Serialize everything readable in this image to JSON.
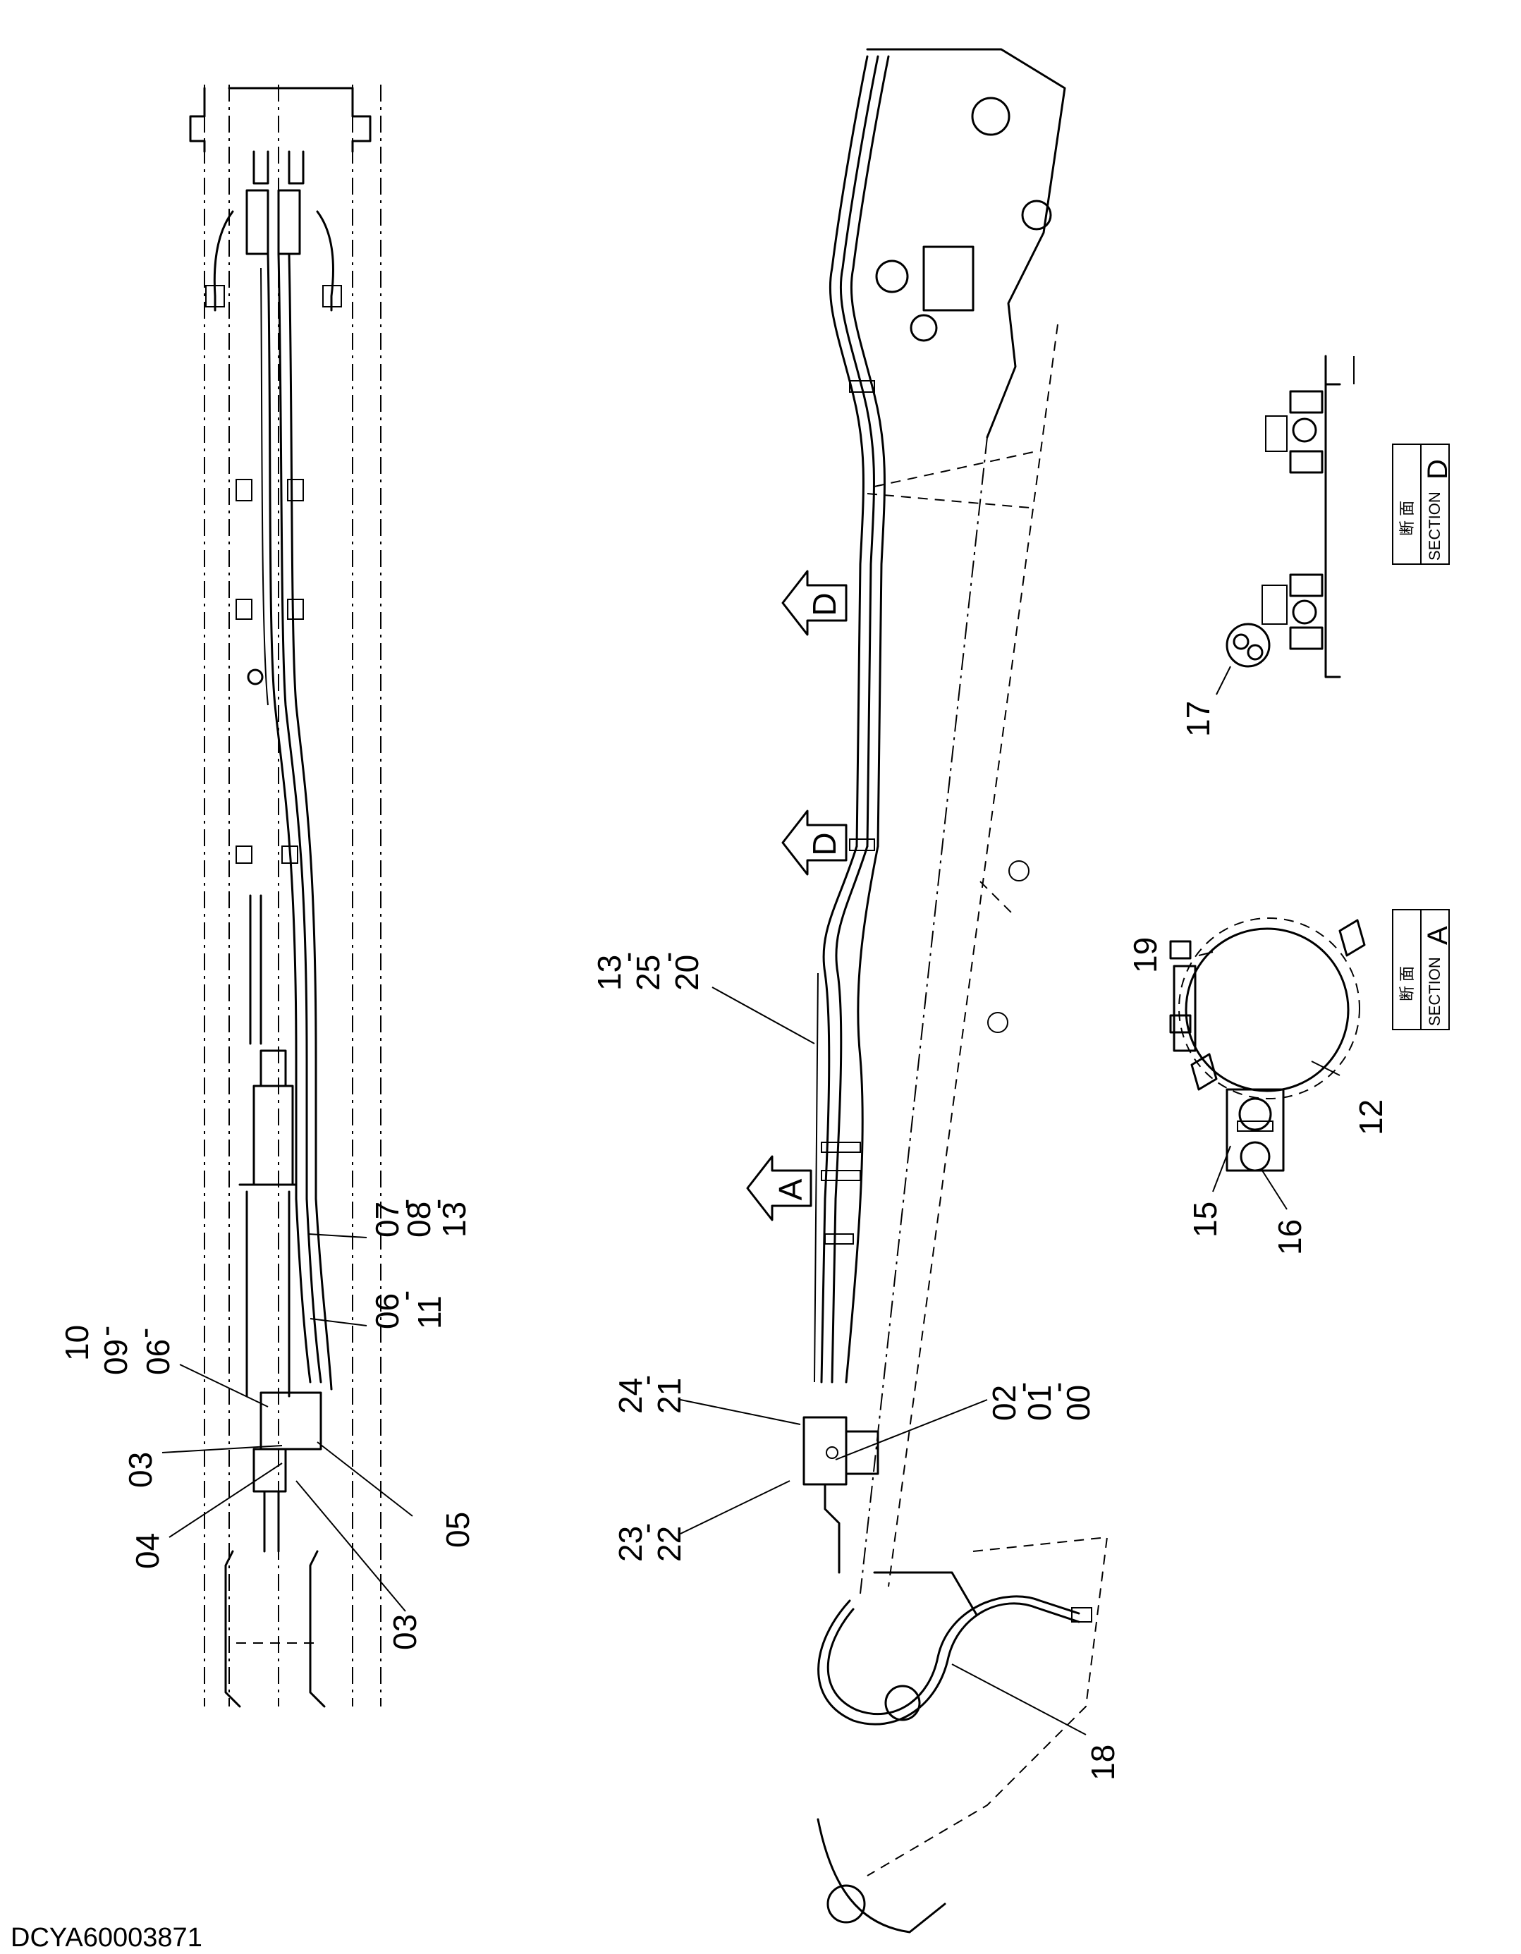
{
  "drawing_id": "DCYA60003871",
  "callouts": {
    "c_10_09_06": [
      "10",
      "-",
      "09",
      "-",
      "06"
    ],
    "c_03_top": "03",
    "c_04": "04",
    "c_03_bottom": "03",
    "c_05": "05",
    "c_06_11": [
      "06",
      "-",
      "11"
    ],
    "c_07_08_13": [
      "07",
      "-",
      "08",
      "-",
      "13"
    ],
    "c_13_25_20": [
      "13",
      "-",
      "25",
      "-",
      "20"
    ],
    "c_24_21": [
      "24",
      "-",
      "21"
    ],
    "c_23_22": [
      "23",
      "-",
      "22"
    ],
    "c_02_01_00": [
      "02",
      "-",
      "01",
      "-",
      "00"
    ],
    "c_18": "18",
    "c_17": "17",
    "c_19": "19",
    "c_12": "12",
    "c_15": "15",
    "c_16": "16"
  },
  "section_markers": {
    "d_upper": "D",
    "d_lower": "D",
    "a": "A"
  },
  "section_boxes": {
    "d": {
      "kanji": "断 面",
      "word": "SECTION",
      "letter": "D"
    },
    "a": {
      "kanji": "断 面",
      "word": "SECTION",
      "letter": "A"
    }
  }
}
